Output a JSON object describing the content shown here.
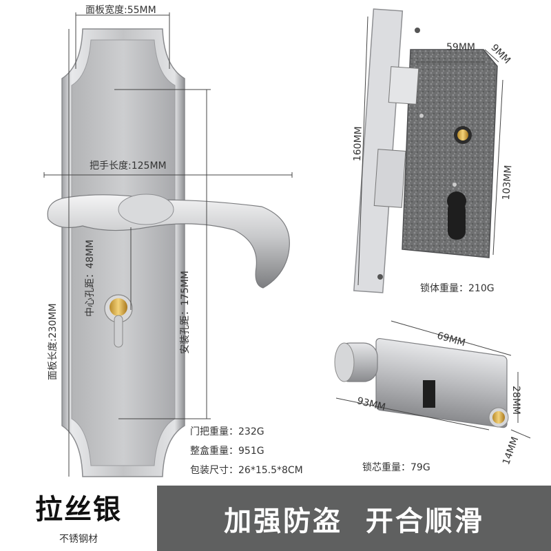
{
  "handle_dims": {
    "panel_width": "面板宽度:55MM",
    "handle_length": "把手长度:125MM",
    "panel_length": "面板长度:230MM",
    "center_hole": "中心孔距：48MM",
    "install_hole": "安装孔距：175MM"
  },
  "lock_body_dims": {
    "width": "59MM",
    "depth": "9MM",
    "height": "160MM",
    "inner_height": "103MM",
    "weight": "锁体重量：210G"
  },
  "cylinder_dims": {
    "length_short": "69MM",
    "length_long": "93MM",
    "height": "28MM",
    "width": "14MM",
    "weight": "锁芯重量：79G"
  },
  "specs": {
    "handle_weight": "门把重量：232G",
    "box_weight": "整盒重量：951G",
    "package_size": "包装尺寸：26*15.5*8CM"
  },
  "badge": {
    "finish": "拉丝银",
    "material": "不锈钢材"
  },
  "banner": {
    "slogan": "加强防盗  开合顺滑"
  },
  "colors": {
    "banner_bg": "#5f6060",
    "steel": "#c9cacc"
  }
}
